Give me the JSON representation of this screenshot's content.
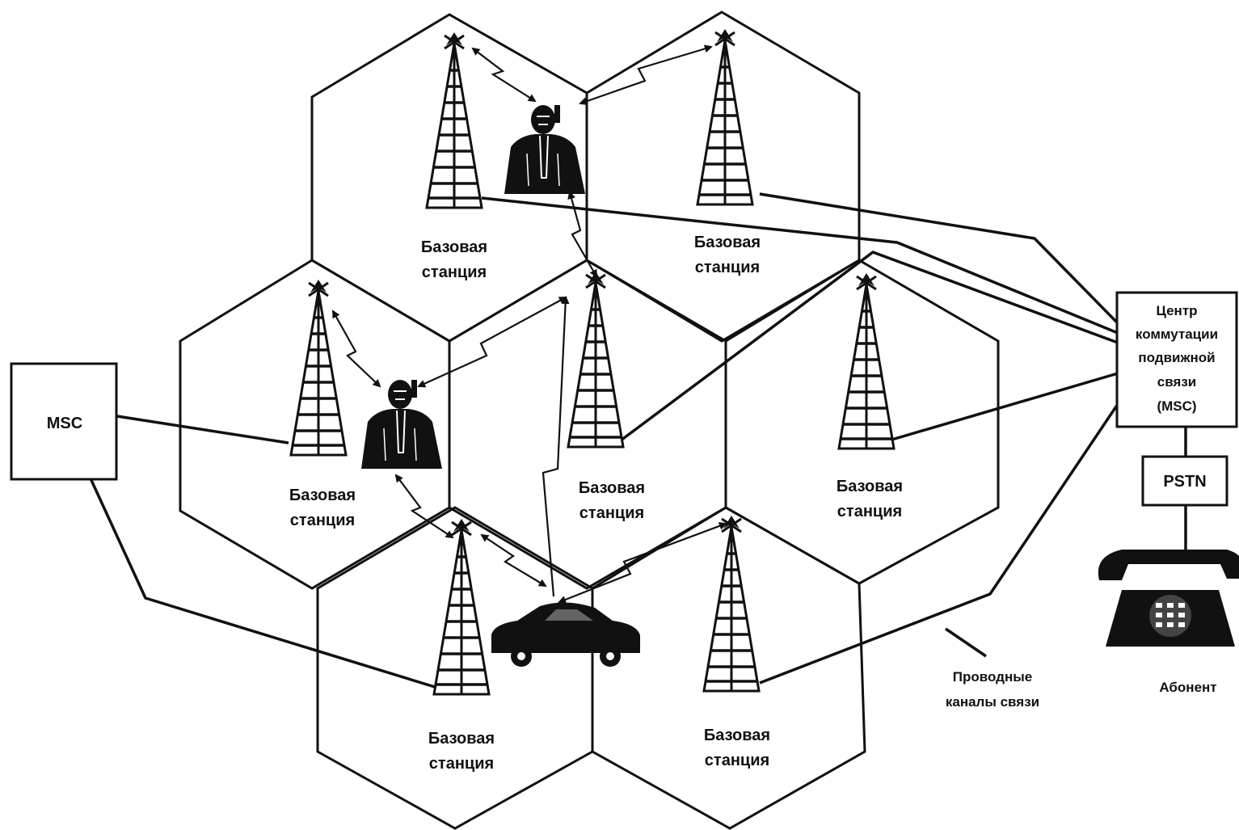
{
  "base_station_label": [
    "Базовая",
    "станция"
  ],
  "msc_left": {
    "label": "MSC"
  },
  "msc_right": {
    "lines": [
      "Центр",
      "коммутации",
      "подвижной",
      "связи",
      "(MSC)"
    ]
  },
  "pstn": {
    "label": "PSTN"
  },
  "subscriber": {
    "label": "Абонент"
  },
  "wired_channels": {
    "lines": [
      "Проводные",
      "каналы связи"
    ]
  },
  "icons": [
    "tower-icon",
    "person-with-phone-icon",
    "car-icon",
    "telephone-icon"
  ]
}
